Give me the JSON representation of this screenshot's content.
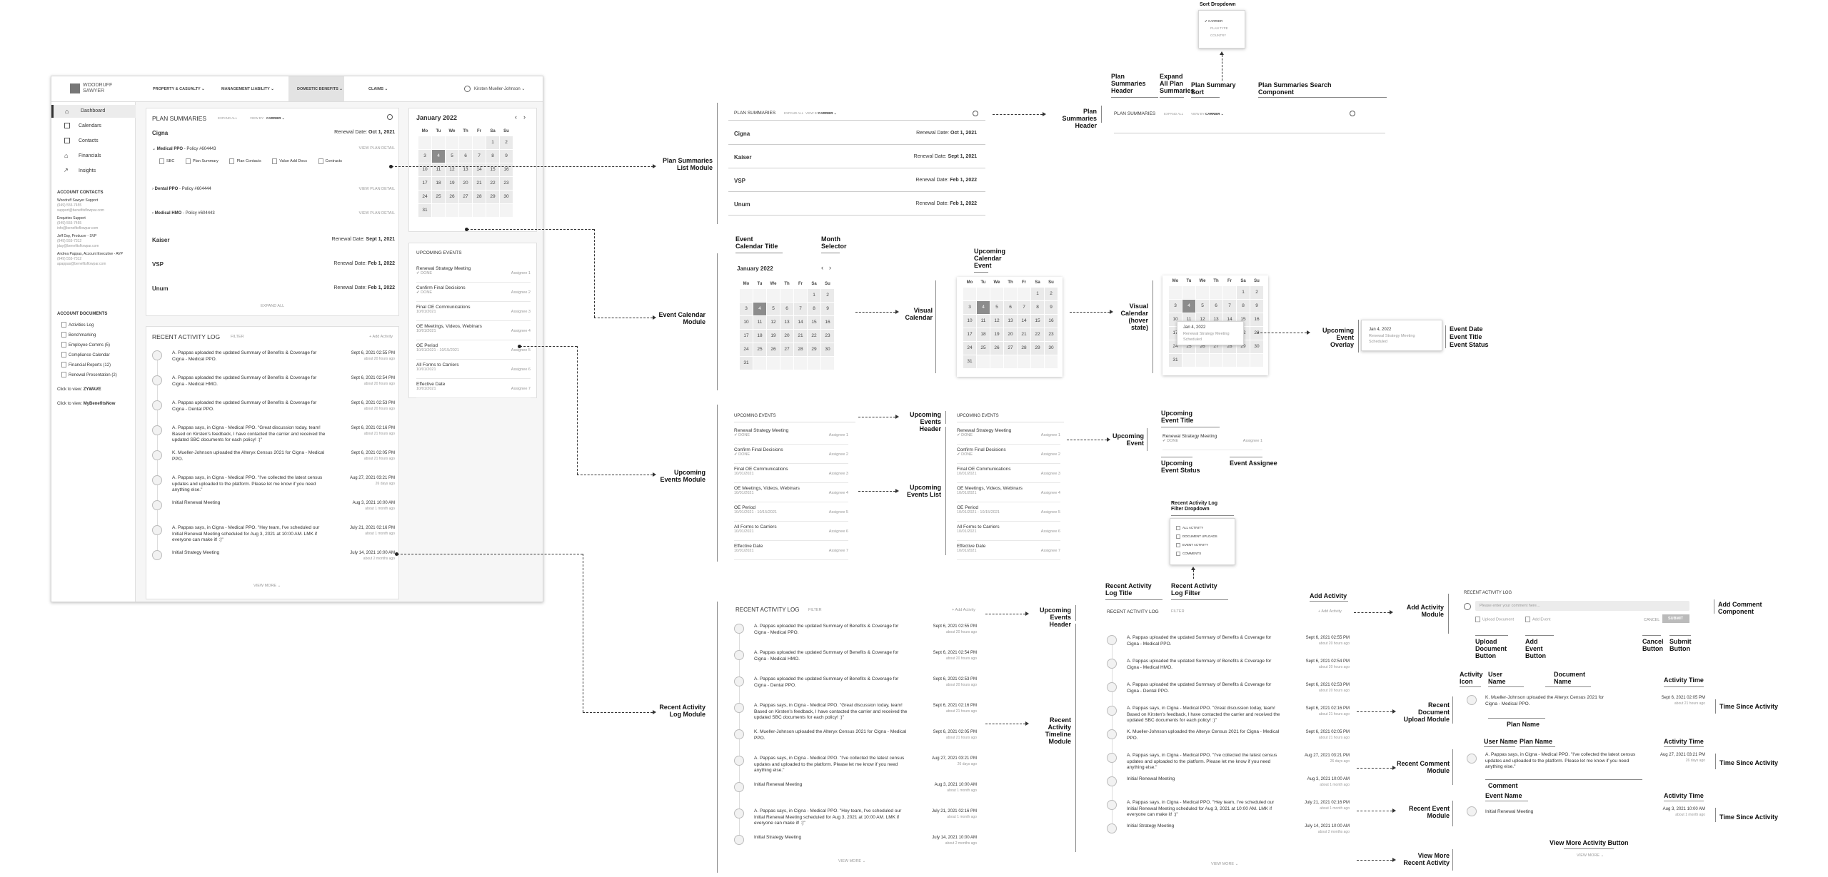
{
  "app": {
    "logo_line1": "WOODRUFF",
    "logo_line2": "SAWYER",
    "nav": [
      {
        "label": "PROPERTY & CASUALTY ⌄"
      },
      {
        "label": "MANAGEMENT LIABILITY ⌄"
      },
      {
        "label": "DOMESTIC BENEFITS ⌄"
      },
      {
        "label": "CLAIMS ⌄"
      }
    ],
    "user_name": "Kirsten Mueller-Johnson ⌄",
    "sidebar": [
      {
        "label": "Dashboard"
      },
      {
        "label": "Calendars"
      },
      {
        "label": "Contacts"
      },
      {
        "label": "Financials"
      },
      {
        "label": "Insights"
      }
    ],
    "account_contacts_title": "ACCOUNT CONTACTS",
    "contacts": [
      {
        "name": "Woodruff Sawyer Support",
        "phone": "(949) 555-7455",
        "email": "support@benefitsflowpar.com"
      },
      {
        "name": "Enquiries Support",
        "phone": "(949) 555-7455",
        "email": "info@benefitsflowpar.com"
      },
      {
        "name": "Jeff Day, Producer - SVP",
        "phone": "(949) 555-7312",
        "email": "jday@benefitsflowpar.com"
      },
      {
        "name": "Andrea Pappas, Account Executive - AVP",
        "phone": "(949) 555-7312",
        "email": "apappas@benefitsflowpar.com"
      }
    ],
    "account_docs_title": "ACCOUNT DOCUMENTS",
    "docs": [
      {
        "label": "Activities Log"
      },
      {
        "label": "Benchmarking"
      },
      {
        "label": "Employee Comms (5)"
      },
      {
        "label": "Compliance Calendar"
      },
      {
        "label": "Financial Reports (12)"
      },
      {
        "label": "Renewal Presentation (2)"
      }
    ],
    "click_view_1_prefix": "Click to view:",
    "click_view_1": "ZYWAVE",
    "click_view_2_prefix": "Click to view:",
    "click_view_2": "MyBenefitsNow"
  },
  "plan_summaries": {
    "title": "PLAN SUMMARIES",
    "expand_all": "EXPAND ALL",
    "view_by_label": "VIEW BY:",
    "view_by_value": "CARRIER ⌄",
    "carriers": [
      {
        "name": "Cigna",
        "renewal_label": "Renewal Date:",
        "renewal": "Oct 1, 2021"
      },
      {
        "name": "Kaiser",
        "renewal_label": "Renewal Date:",
        "renewal": "Sept 1, 2021"
      },
      {
        "name": "VSP",
        "renewal_label": "Renewal Date:",
        "renewal": "Feb 1, 2022"
      },
      {
        "name": "Unum",
        "renewal_label": "Renewal Date:",
        "renewal": "Feb 1, 2022"
      }
    ],
    "plans": [
      {
        "name": "Medical PPO",
        "policy": "- Policy #604443",
        "link": "VIEW PLAN DETAIL"
      },
      {
        "name": "Dental PPO",
        "policy": "- Policy #604444",
        "link": "VIEW PLAN DETAIL"
      },
      {
        "name": "Medical HMO",
        "policy": "- Policy #604443",
        "link": "VIEW PLAN DETAIL"
      }
    ],
    "plan_docs": [
      "SBC",
      "Plan Summary",
      "Plan Contacts",
      "Value Add Docs",
      "Contracts"
    ],
    "expand_footer": "EXPAND ALL"
  },
  "calendar": {
    "month": "January 2022",
    "days": [
      "Mo",
      "Tu",
      "We",
      "Th",
      "Fr",
      "Sa",
      "Su"
    ],
    "weeks": [
      [
        "",
        "",
        "",
        "",
        "",
        "1",
        "2"
      ],
      [
        "3",
        "4",
        "5",
        "6",
        "7",
        "8",
        "9"
      ],
      [
        "10",
        "11",
        "12",
        "13",
        "14",
        "15",
        "16"
      ],
      [
        "17",
        "18",
        "19",
        "20",
        "21",
        "22",
        "23"
      ],
      [
        "24",
        "25",
        "26",
        "27",
        "28",
        "29",
        "30"
      ],
      [
        "31",
        "",
        "",
        "",
        "",
        "",
        ""
      ]
    ],
    "overlay": {
      "date": "Jan 4, 2022",
      "title": "Renewal Strategy Meeting",
      "status": "Scheduled"
    }
  },
  "upcoming": {
    "title": "UPCOMING EVENTS",
    "events": [
      {
        "title": "Renewal Strategy Meeting",
        "sub": "✔ DONE",
        "assignee": "Assignee 1"
      },
      {
        "title": "Confirm Final Decisions",
        "sub": "✔ DONE",
        "assignee": "Assignee 2"
      },
      {
        "title": "Final OE Communications",
        "sub": "10/01/2021",
        "assignee": "Assignee 3"
      },
      {
        "title": "OE Meetings, Videos, Webinars",
        "sub": "10/01/2021",
        "assignee": "Assignee 4"
      },
      {
        "title": "OE Period",
        "sub": "10/01/2021 - 10/15/2021",
        "assignee": "Assignee 5"
      },
      {
        "title": "All Forms to Carriers",
        "sub": "10/01/2021",
        "assignee": "Assignee 6"
      },
      {
        "title": "Effective Date",
        "sub": "10/01/2021",
        "assignee": "Assignee 7"
      }
    ]
  },
  "activity": {
    "title": "RECENT ACTIVITY LOG",
    "filter": "FILTER",
    "add": "+ Add Activity",
    "items": [
      {
        "text": "A. Pappas uploaded the updated Summary of Benefits & Coverage for Cigna - Medical PPO.",
        "time": "Sept 6, 2021  02:55 PM",
        "ago": "about 20 hours ago"
      },
      {
        "text": "A. Pappas uploaded the updated Summary of Benefits & Coverage for Cigna - Medical HMO.",
        "time": "Sept 6, 2021  02:54 PM",
        "ago": "about 20 hours ago"
      },
      {
        "text": "A. Pappas uploaded the updated Summary of Benefits & Coverage for Cigna - Dental PPO.",
        "time": "Sept 6, 2021  02:53 PM",
        "ago": "about 20 hours ago"
      },
      {
        "text": "A. Pappas says, in Cigna - Medical PPO. \"Great discussion today, team! Based on Kirsten's feedback, I have contacted the carrier and received the updated SBC documents for each policy! :)\"",
        "time": "Sept 6, 2021  02:16 PM",
        "ago": "about 21 hours ago"
      },
      {
        "text": "K. Mueller-Johnson uploaded the Alteryx Census 2021 for Cigna - Medical PPO.",
        "time": "Sept 6, 2021  02:05 PM",
        "ago": "about 21 hours ago"
      },
      {
        "text": "A. Pappas says, in Cigna - Medical PPO. \"I've collected the latest census updates and uploaded to the platform. Please let me know if you need anything else.\"",
        "time": "Aug 27, 2021  03:21 PM",
        "ago": "26 days ago"
      },
      {
        "text": "Initial Renewal Meeting",
        "time": "Aug 3, 2021  10:00 AM",
        "ago": "about 1 month ago"
      },
      {
        "text": "A. Pappas says, in Cigna - Medical PPO. \"Hey team, I've scheduled our Initial Renewal Meeting scheduled for Aug 3, 2021 at 10:00 AM. LMK if everyone can make it! :)\"",
        "time": "July 21, 2021  02:16 PM",
        "ago": "about 1 month ago"
      },
      {
        "text": "Initial Strategy Meeting",
        "time": "July 14, 2021  10:00 AM",
        "ago": "about 2 months ago"
      }
    ],
    "view_more": "VIEW MORE ⌄"
  },
  "add_activity": {
    "title": "RECENT ACTIVITY LOG",
    "placeholder": "Please enter your comment here...",
    "upload": "Upload Document",
    "add_event": "Add Event",
    "cancel": "CANCEL",
    "submit": "SUBMIT"
  },
  "sort_dropdown": {
    "title": "Sort Dropdown",
    "options": [
      "✔ CARRIER",
      "PLAN TYPE",
      "COUNTRY"
    ]
  },
  "filter_dropdown": {
    "title": "Recent Activity Log Filter Dropdown",
    "options": [
      "ALL ACTIVITY",
      "DOCUMENT UPLOADS",
      "EVENT ACTIVITY",
      "COMMENTS"
    ]
  },
  "annotations": {
    "plan_summaries_list_module": "Plan Summaries List Module",
    "event_calendar_module": "Event Calendar Module",
    "upcoming_events_module": "Upcoming Events Module",
    "recent_activity_log_module": "Recent Activity Log Module",
    "plan_summaries_header": "Plan Summaries Header",
    "plan_summaries_header_top": "Plan Summaries Header",
    "expand_all_plan_summaries": "Expand All Plan Summaries",
    "plan_summary_sort": "Plan Summary Sort",
    "plan_summaries_search": "Plan Summaries Search Component",
    "event_calendar_title": "Event Calendar Title",
    "month_selector": "Month Selector",
    "upcoming_calendar_event": "Upcoming Calendar Event",
    "visual_calendar": "Visual Calendar",
    "visual_calendar_hover": "Visual Calendar (hover state)",
    "upcoming_event_overlay": "Upcoming Event Overlay",
    "event_date": "Event Date",
    "event_title": "Event Title",
    "event_status": "Event Status",
    "upcoming_events_header": "Upcoming Events Header",
    "upcoming_events_list": "Upcoming Events List",
    "upcoming_event": "Upcoming Event",
    "upcoming_event_title": "Upcoming Event Title",
    "upcoming_event_status": "Upcoming Event Status",
    "event_assignee": "Event Assignee",
    "upcoming_events_header_2": "Upcoming Events Header",
    "recent_activity_timeline": "Recent Activity Timeline Module",
    "recent_activity_log_title": "Recent Activity Log Title",
    "recent_activity_log_filter": "Recent Activity Log Filter",
    "add_activity": "Add Activity",
    "add_activity_module": "Add Activity Module",
    "add_comment_component": "Add Comment Component",
    "upload_document_button": "Upload Document Button",
    "add_event_button": "Add Event Button",
    "cancel_button": "Cancel Button",
    "submit_button": "Submit Button",
    "recent_doc_upload_module": "Recent Document Upload Module",
    "recent_comment_module": "Recent Comment Module",
    "recent_event_module": "Recent Event Module",
    "view_more_recent_activity": "View More Recent Activity",
    "activity_icon": "Activity Icon",
    "user_name": "User Name",
    "document_name": "Document Name",
    "activity_time": "Activity Time",
    "time_since_activity": "Time Since Activity",
    "plan_name": "Plan Name",
    "user_name_2": "User Name",
    "plan_name_2": "Plan Name",
    "activity_time_2": "Activity Time",
    "comment": "Comment",
    "time_since_activity_2": "Time Since Activity",
    "event_name": "Event Name",
    "activity_time_3": "Activity Time",
    "time_since_activity_3": "Time Since Activity",
    "view_more_activity_button": "View More Activity Button"
  },
  "doc_upload_example": {
    "text": "K. Mueller-Johnson uploaded the Alteryx Census 2021 for Cigna - Medical PPO.",
    "time": "Sept 6, 2021  02:05 PM",
    "ago": "about 21 hours ago"
  },
  "comment_example": {
    "text": "A. Pappas says, in Cigna - Medical PPO. \"I've collected the latest census updates and uploaded to the platform. Please let me know if you need anything else.\"",
    "time": "Aug 27, 2021  03:21 PM",
    "ago": "26 days ago"
  },
  "event_example": {
    "text": "Initial Renewal Meeting",
    "time": "Aug 3, 2021  10:00 AM",
    "ago": "about 1 month ago"
  },
  "view_more_example": "VIEW MORE ⌄"
}
